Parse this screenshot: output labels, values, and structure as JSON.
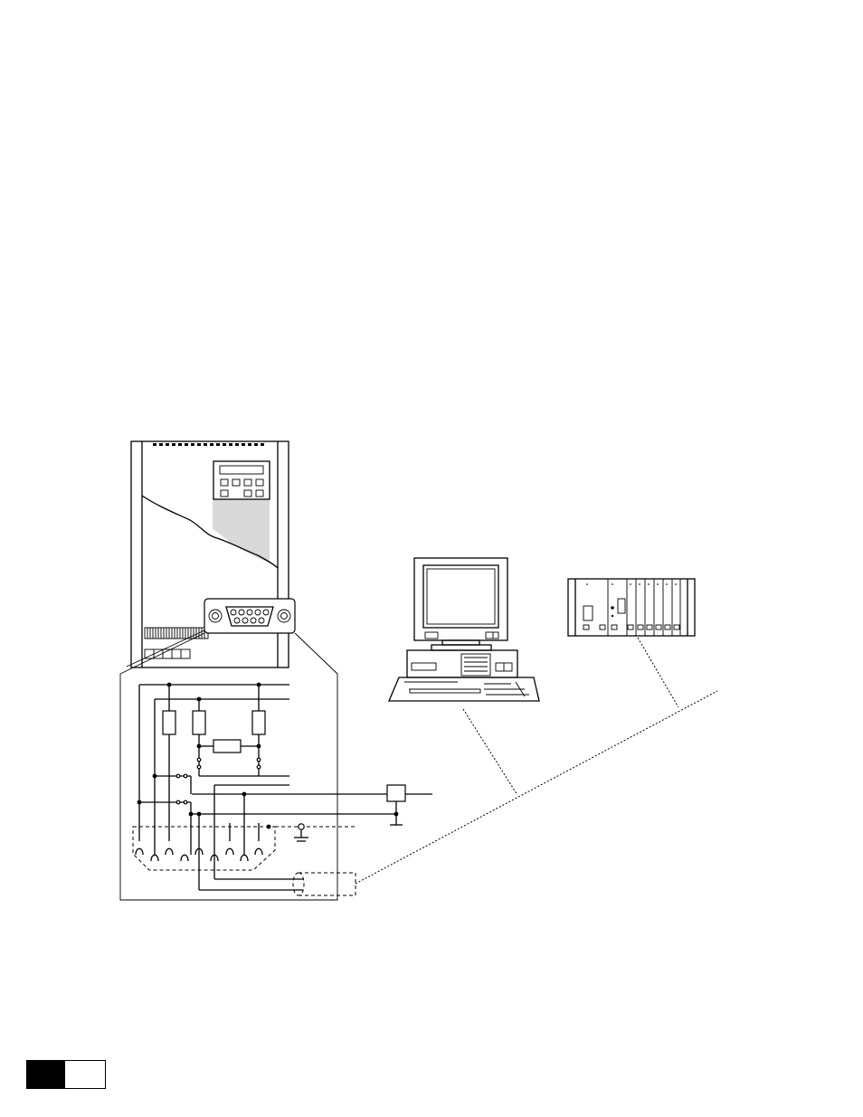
{
  "diagram": {
    "components": [
      {
        "id": "drive-unit",
        "kind": "drive cabinet with keypad and 9-pin connector"
      },
      {
        "id": "wiring-detail",
        "kind": "enlarged connector wiring schematic"
      },
      {
        "id": "pc-workstation",
        "kind": "desktop computer with monitor and keyboard"
      },
      {
        "id": "plc-rack",
        "kind": "modular controller rack"
      }
    ],
    "connections": [
      {
        "from": "wiring-detail",
        "to": "plc-rack",
        "style": "network cable"
      },
      {
        "from": "pc-workstation",
        "to": "network-bus",
        "style": "network cable"
      },
      {
        "from": "plc-rack",
        "to": "network-bus",
        "style": "network cable"
      }
    ]
  },
  "colors": {
    "line": "#000000",
    "shade": "#d9d9d9",
    "background": "#ffffff"
  },
  "icons": [
    "drive-icon",
    "computer-icon",
    "plc-rack-icon",
    "ground-icon",
    "connector-icon"
  ]
}
